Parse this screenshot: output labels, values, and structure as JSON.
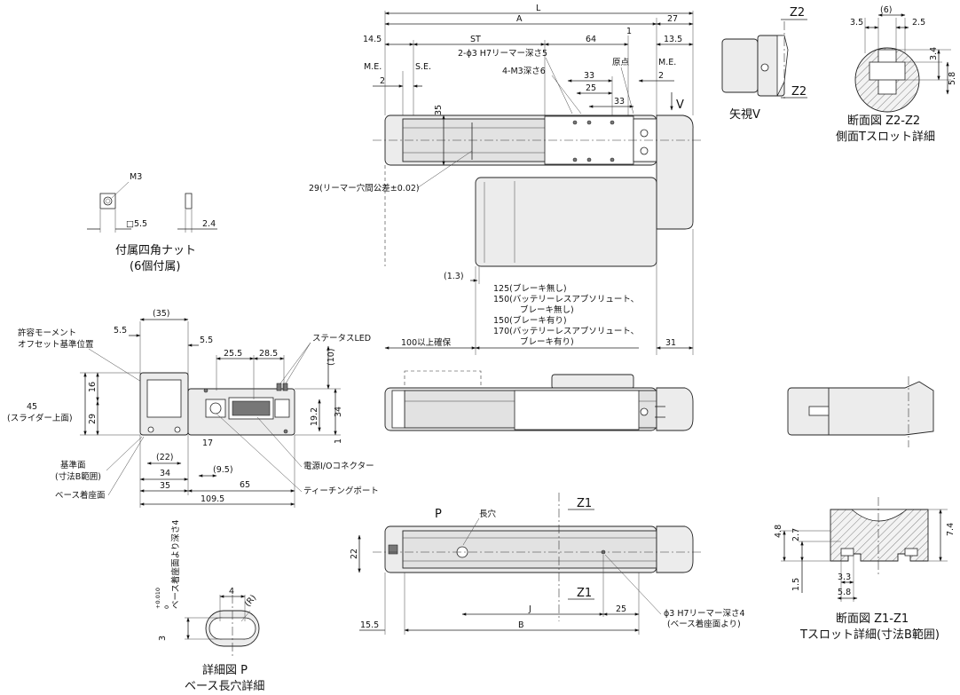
{
  "dimensions": {
    "L": "L",
    "A": "A",
    "ST": "ST",
    "B": "B",
    "J": "J",
    "d27": "27",
    "d14_5": "14.5",
    "d64": "64",
    "d1": "1",
    "d13_5": "13.5",
    "ME": "M.E.",
    "SE": "S.E.",
    "d2": "2",
    "d33": "33",
    "d25": "25",
    "d35": "35",
    "genten": "原点",
    "V": "V",
    "reamer_top": "2-ϕ3 H7リーマー深さ5",
    "m3_depth": "4-M3深さ6",
    "reamer_pitch": "29(リーマー穴間公差±0.02)",
    "d1_3": "(1.3)",
    "d125": "125(ブレーキ無し)",
    "d150a": "150(バッテリーレスアブソリュート、",
    "d150a2": "ブレーキ無し)",
    "d150b": "150(ブレーキ有り)",
    "d170": "170(バッテリーレスアブソリュート、",
    "d170b": "ブレーキ有り)",
    "d100": "100以上確保",
    "d31": "31",
    "d15_5": "15.5",
    "d22": "22",
    "Z1": "Z1",
    "P": "P",
    "nagaana": "長穴",
    "reamer_bottom": "ϕ3 H7リーマー深さ4",
    "reamer_bottom2": "(ベース着座面より)"
  },
  "views": {
    "yashi_v": "矢視V",
    "z2_title": "断面図 Z2-Z2",
    "z2_sub": "側面Tスロット詳細",
    "z2": "Z2",
    "z2_dims": [
      "3.5",
      "(6)",
      "2.5",
      "3.4",
      "5.8"
    ],
    "nut_title": "付属四角ナット",
    "nut_sub": "(6個付属)",
    "nut_dims": [
      "M3",
      "□5.5",
      "2.4"
    ],
    "z1_title": "断面図 Z1-Z1",
    "z1_sub": "Tスロット詳細(寸法B範囲)",
    "z1_dims": [
      "4.8",
      "2.7",
      "7.4",
      "3.3",
      "1.5",
      "5.8"
    ],
    "p_title": "詳細図 P",
    "p_sub": "ベース長穴詳細",
    "p_dims": [
      "4",
      "(R)"
    ],
    "p_tol": "3",
    "p_tol_sup": "+0.010",
    "p_tol_sub": "0",
    "p_depth": "ベース着座面より深さ4"
  },
  "end_view": {
    "moment": "許容モーメント",
    "moment2": "オフセット基準位置",
    "d45": "45",
    "slider_top": "(スライダー上面)",
    "d16": "16",
    "d29": "29",
    "d35p": "(35)",
    "d5_5": "5.5",
    "d5_5b": "5.5",
    "d25_5": "25.5",
    "d28_5": "28.5",
    "d10": "(10)",
    "d19_2": "19.2",
    "d34v": "34",
    "d1v": "1",
    "d17": "17",
    "d22": "(22)",
    "d34": "34",
    "d35": "35",
    "d9_5": "(9.5)",
    "d65": "65",
    "d109_5": "109.5",
    "status_led": "ステータスLED",
    "power_io": "電源I/Oコネクター",
    "teaching": "ティーチングポート",
    "kijun": "基準面",
    "kijun2": "(寸法B範囲)",
    "base_face": "ベース着座面"
  }
}
